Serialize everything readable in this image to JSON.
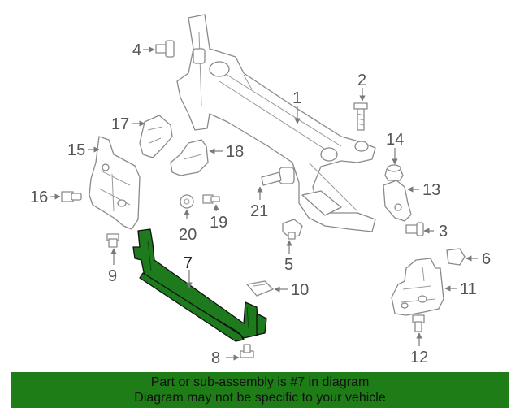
{
  "diagram": {
    "callouts": {
      "c1": "1",
      "c2": "2",
      "c3": "3",
      "c4": "4",
      "c5": "5",
      "c6": "6",
      "c7": "7",
      "c8": "8",
      "c9": "9",
      "c10": "10",
      "c11": "11",
      "c12": "12",
      "c13": "13",
      "c14": "14",
      "c15": "15",
      "c16": "16",
      "c17": "17",
      "c18": "18",
      "c19": "19",
      "c20": "20",
      "c21": "21"
    },
    "highlighted_part": "7",
    "highlight_color": "#1e7d17"
  },
  "banner": {
    "line1": "Part or sub-assembly is #7 in diagram",
    "line2": "Diagram may not be specific to your vehicle"
  }
}
